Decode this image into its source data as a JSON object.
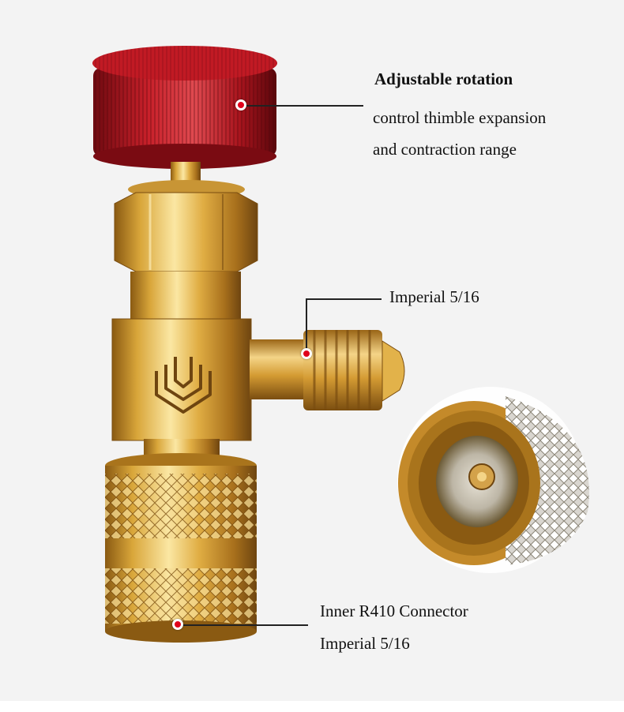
{
  "callouts": {
    "rotation": {
      "title": "Adjustable rotation",
      "line1": "control thimble expansion",
      "line2": "and contraction range"
    },
    "side_port": {
      "label": "Imperial 5/16"
    },
    "bottom_port": {
      "line1": "Inner R410 Connector",
      "line2": "Imperial 5/16"
    }
  },
  "colors": {
    "knob_red": "#b0121c",
    "brass": "#d9a63a",
    "marker_red": "#e0001b",
    "background": "#f3f3f3"
  },
  "icons": {
    "logo": "stacked-chevron-logo",
    "marker": "red-dot-marker"
  }
}
